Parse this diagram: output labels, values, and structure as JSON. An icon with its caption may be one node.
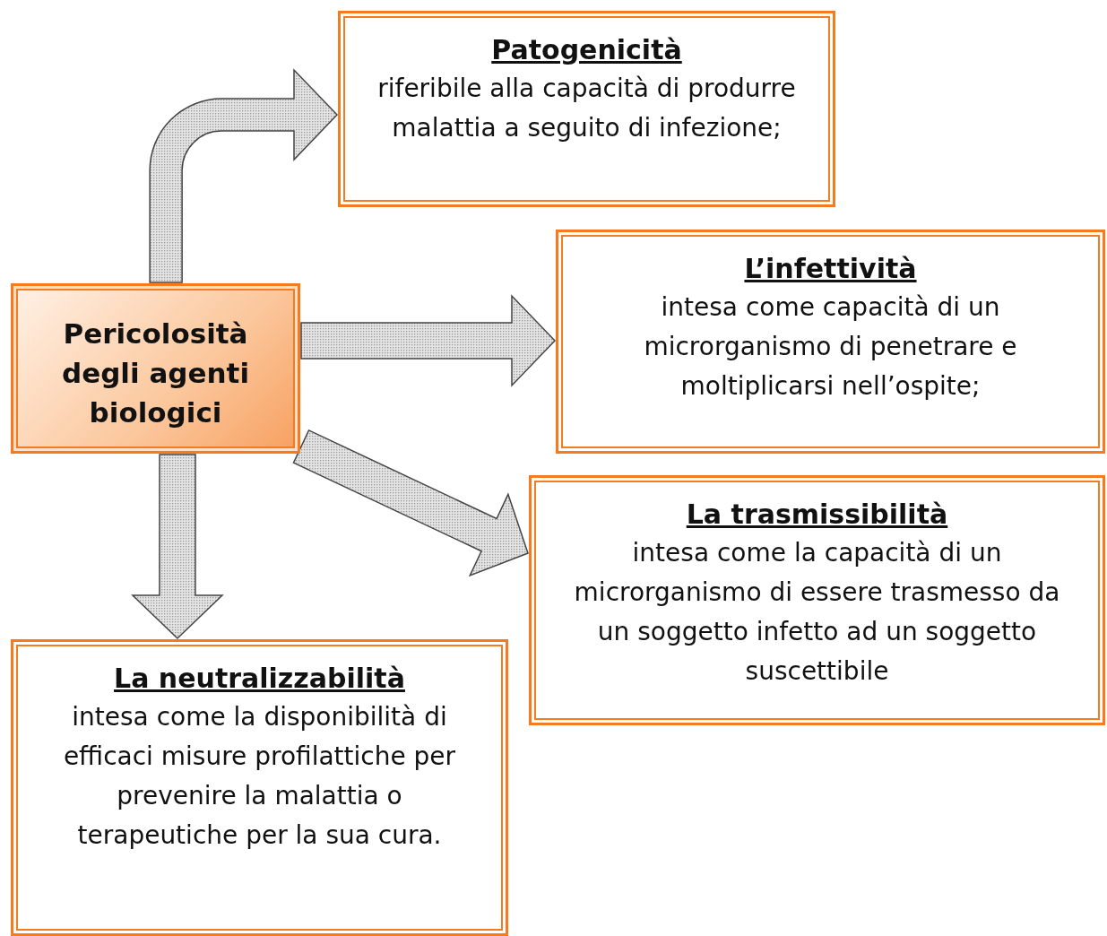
{
  "diagram": {
    "nodes": [
      {
        "text": [
          "Pericolosità degli agenti biologici"
        ]
      },
      {
        "text": [
          "Patogenicità",
          "riferibile alla capacità di produrre malattia a seguito di infezione;"
        ]
      },
      {
        "text": [
          "L’infettività",
          "intesa come capacità di un microrganismo di penetrare e moltiplicarsi nell’ospite;"
        ]
      },
      {
        "text": [
          "La trasmissibilità",
          "intesa come la capacità di un microrganismo di essere trasmesso da un soggetto infetto ad un soggetto suscettibile"
        ]
      },
      {
        "text": [
          "La neutralizzabilità",
          "intesa come la disponibilità di efficaci misure profilattiche per prevenire la malattia o terapeutiche per la sua cura."
        ]
      }
    ],
    "edges": [
      {
        "from": 0,
        "to": 1,
        "arrow": "to"
      },
      {
        "from": 0,
        "to": 2,
        "arrow": "to"
      },
      {
        "from": 0,
        "to": 3,
        "arrow": "to"
      },
      {
        "from": 0,
        "to": 4,
        "arrow": "to"
      }
    ]
  }
}
